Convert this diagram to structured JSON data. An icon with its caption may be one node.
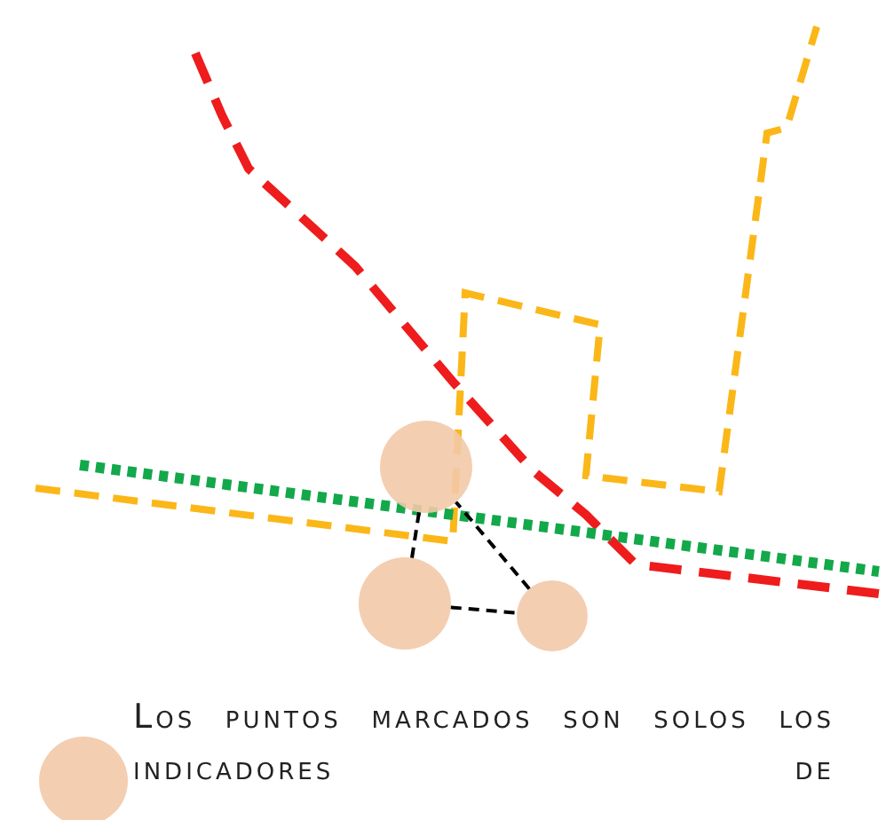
{
  "diagram": {
    "nodes": [
      {
        "text": [],
        "shape": "circle"
      },
      {
        "text": [],
        "shape": "circle"
      },
      {
        "text": [],
        "shape": "circle"
      }
    ],
    "edges": [
      {
        "from": 0,
        "to": 1,
        "arrow": "none",
        "style": "dashed"
      },
      {
        "from": 1,
        "to": 2,
        "arrow": "none",
        "style": "dashed"
      },
      {
        "from": 2,
        "to": 0,
        "arrow": "none",
        "style": "dashed"
      }
    ],
    "legend": [
      {
        "text": "Los puntos marcados son solos los indicadores de",
        "color": "#f3c9a8"
      }
    ]
  }
}
